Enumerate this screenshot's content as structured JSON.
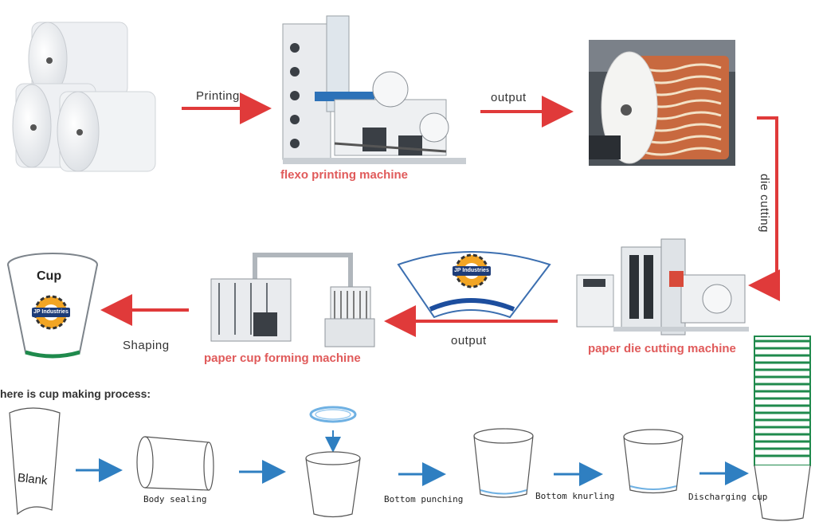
{
  "process_top": {
    "arrow_printing": "Printing",
    "machine_flexo": "flexo printing machine",
    "arrow_output_1": "output",
    "arrow_die_cutting": "die cutting",
    "machine_die_cutting": "paper die cutting machine",
    "arrow_output_2": "output",
    "machine_cup_forming": "paper cup forming machine",
    "arrow_shaping": "Shaping",
    "cup_label": "Cup",
    "logo_text": "JP Industries"
  },
  "process_bottom": {
    "heading": "here is cup making process:",
    "steps": [
      "Blank",
      "Body sealing",
      "Bottom punching",
      "Bottom knurling",
      "Discharging cup"
    ]
  },
  "colors": {
    "red_arrow": "#e03a3a",
    "blue_arrow": "#2f7fc1",
    "label_red": "#e05a5a",
    "stack_green": "#1f8a4c"
  }
}
